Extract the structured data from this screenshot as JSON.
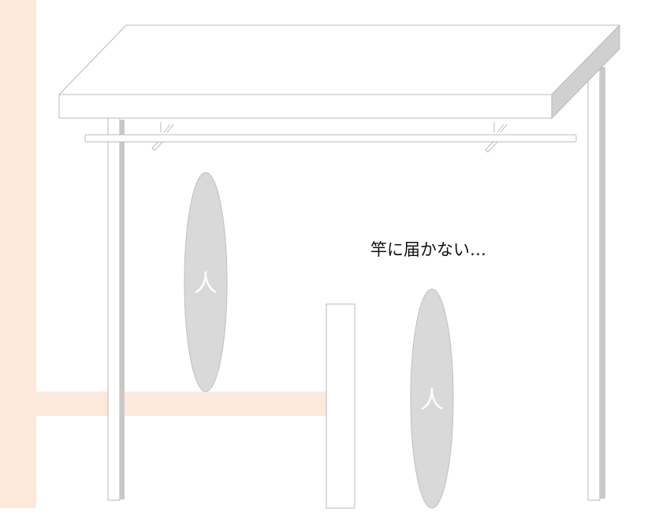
{
  "caption": "竿に届かない…",
  "people": [
    {
      "label": "人"
    },
    {
      "label": "人"
    }
  ],
  "colors": {
    "wall": "#fde9dc",
    "structure_stroke": "#b8b8b8",
    "post_shadow": "#c8c8c8",
    "person_fill": "#d9d9d9",
    "roof_side": "#d0d0d0"
  }
}
